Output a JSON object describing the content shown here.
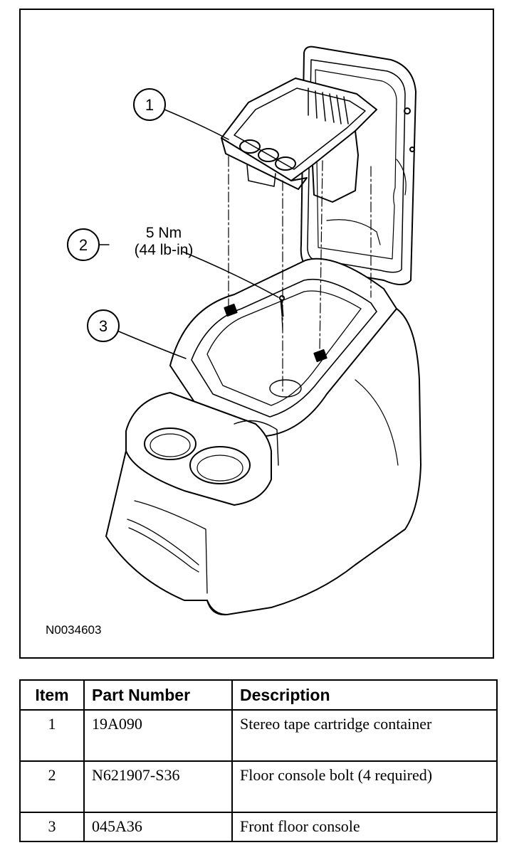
{
  "figure": {
    "code": "N0034603",
    "torque_line1": "5 Nm",
    "torque_line2": "(44 lb-in)",
    "callouts": [
      {
        "number": "1"
      },
      {
        "number": "2"
      },
      {
        "number": "3"
      }
    ]
  },
  "table": {
    "headers": {
      "item": "Item",
      "part_number": "Part Number",
      "description": "Description"
    },
    "rows": [
      {
        "item": "1",
        "part_number": "19A090",
        "description": "Stereo tape cartridge container"
      },
      {
        "item": "2",
        "part_number": "N621907-S36",
        "description": "Floor console bolt (4 required)"
      },
      {
        "item": "3",
        "part_number": "045A36",
        "description": "Front floor console"
      }
    ]
  }
}
